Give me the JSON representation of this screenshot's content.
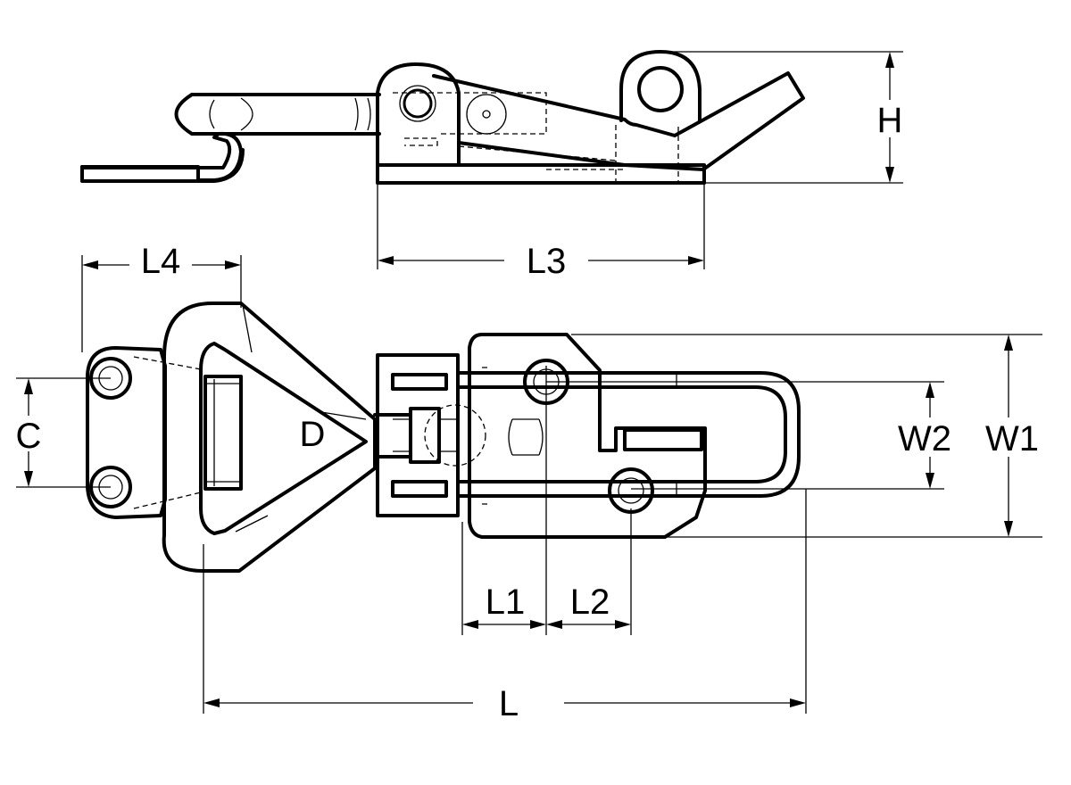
{
  "labels": {
    "h": "H",
    "l3": "L3",
    "l4": "L4",
    "c": "C",
    "d": "D",
    "w1": "W1",
    "w2": "W2",
    "l1": "L1",
    "l2": "L2",
    "l": "L"
  }
}
